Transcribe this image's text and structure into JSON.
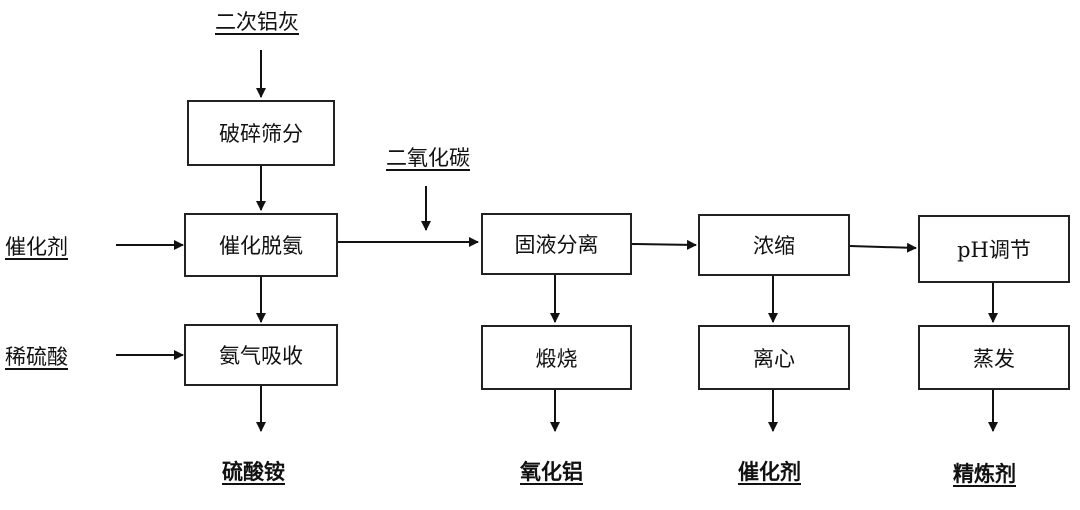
{
  "inputs": {
    "secondary_al_ash": "二次铝灰",
    "co2": "二氧化碳",
    "catalyst": "催化剂",
    "dilute_h2so4": "稀硫酸"
  },
  "steps": {
    "crush_screen": "破碎筛分",
    "catalytic_deamination": "催化脱氨",
    "ammonia_absorb": "氨气吸收",
    "solid_liquid_sep": "固液分离",
    "calcine": "煅烧",
    "concentrate": "浓缩",
    "centrifuge": "离心",
    "ph_adjust": "pH调节",
    "evaporate": "蒸发"
  },
  "outputs": {
    "ammonium_sulfate": "硫酸铵",
    "alumina": "氧化铝",
    "catalyst_recovered": "催化剂",
    "refining_agent": "精炼剂"
  }
}
